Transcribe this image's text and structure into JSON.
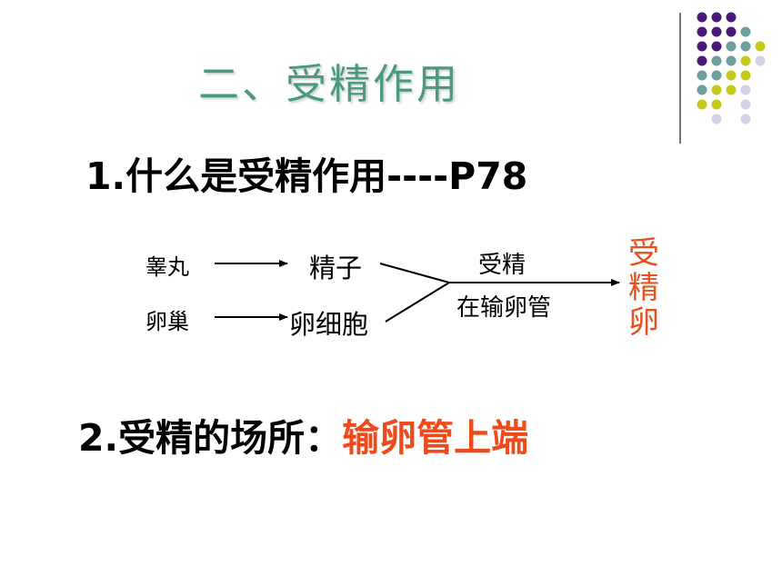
{
  "slide": {
    "title": "二、受精作用",
    "question1": "1.什么是受精作用----P78",
    "question2_label": "2.受精的场所：",
    "question2_answer": "输卵管上端"
  },
  "diagram": {
    "male_organ": "睾丸",
    "male_cell": "精子",
    "female_organ": "卵巢",
    "female_cell": "卵细胞",
    "process": "受精",
    "location": "在输卵管",
    "result": [
      "受",
      "精",
      "卵"
    ]
  },
  "colors": {
    "title": "#4a9a7c",
    "answer": "#f04a1a",
    "result": "#e8501e",
    "dot_purple": "#4b1a78",
    "dot_teal": "#6f9ea0",
    "dot_yellow": "#c6c81e",
    "dot_lavender": "#d2d2e6"
  }
}
